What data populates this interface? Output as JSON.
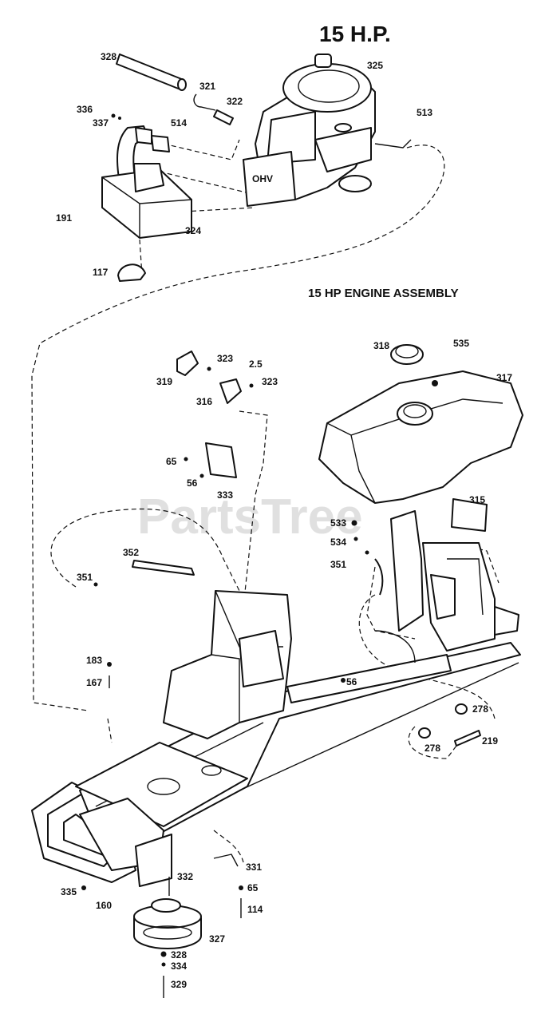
{
  "title": "15 H.P.",
  "subtitle": "15 HP ENGINE ASSEMBLY",
  "watermark": "PartsTree",
  "engine_badge": "OHV",
  "callouts": {
    "c328a": "328",
    "c321": "321",
    "c322": "322",
    "c325": "325",
    "c336": "336",
    "c337": "337",
    "c514": "514",
    "c513": "513",
    "c191": "191",
    "c324": "324",
    "c117": "117",
    "c318": "318",
    "c535": "535",
    "c317": "317",
    "c323a": "323",
    "c319": "319",
    "c25": "2.5",
    "c323b": "323",
    "c316a": "316",
    "c65a": "65",
    "c56a": "56",
    "c333": "333",
    "c315": "315",
    "c533": "533",
    "c534a": "534",
    "c351a": "351",
    "c352": "352",
    "c351b": "351",
    "c183": "183",
    "c167": "167",
    "c56b": "56",
    "c278a": "278",
    "c278b": "278",
    "c219": "219",
    "c331": "331",
    "c65b": "65",
    "c335": "335",
    "c332": "332",
    "c114": "114",
    "c160": "160",
    "c327": "327",
    "c328b": "328",
    "c334": "334",
    "c329": "329"
  }
}
